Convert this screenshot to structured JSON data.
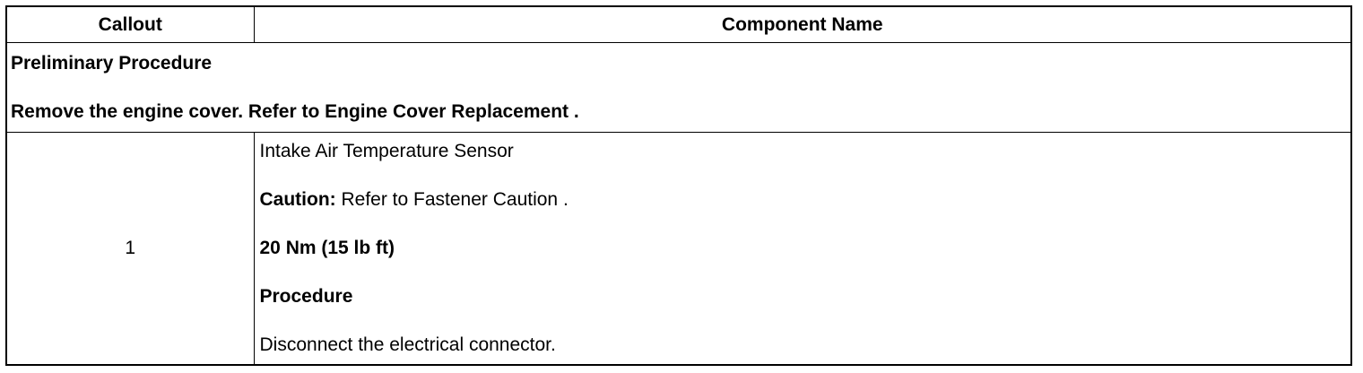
{
  "table": {
    "header": {
      "callout": "Callout",
      "component_name": "Component Name"
    },
    "preliminary": {
      "title": "Preliminary Procedure",
      "step": "Remove the engine cover. Refer to Engine Cover Replacement ."
    },
    "rows": [
      {
        "callout": "1",
        "component": "Intake Air Temperature Sensor",
        "caution_label": "Caution:",
        "caution_text": " Refer to Fastener Caution .",
        "torque": "20 Nm (15 lb ft)",
        "procedure_label": "Procedure",
        "procedure_step": "Disconnect the electrical connector."
      }
    ]
  }
}
